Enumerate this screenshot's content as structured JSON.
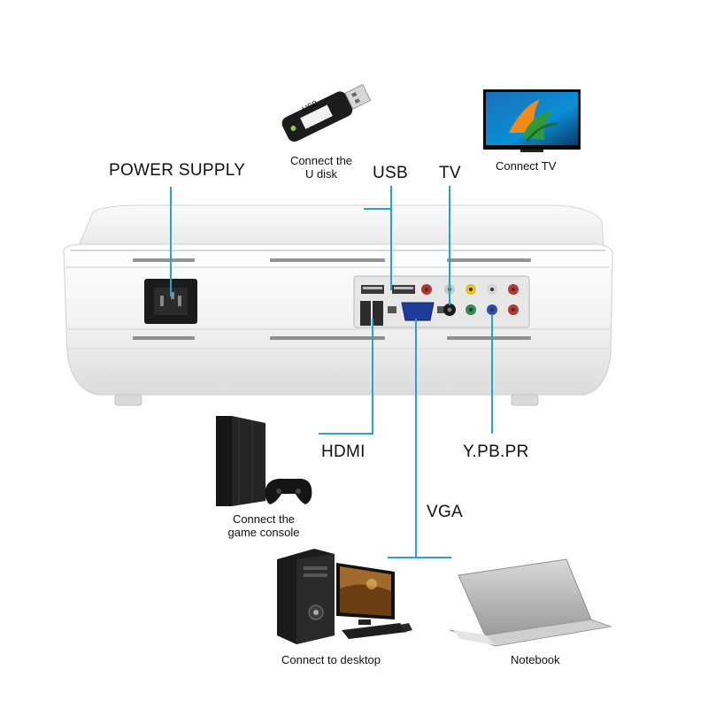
{
  "labels": {
    "power_supply": "POWER SUPPLY",
    "usb": "USB",
    "tv": "TV",
    "hdmi": "HDMI",
    "vga": "VGA",
    "ypbpr": "Y.PB.PR",
    "connect_u_disk_line1": "Connect the",
    "connect_u_disk_line2": "U disk",
    "connect_tv": "Connect TV",
    "connect_game_console_line1": "Connect the",
    "connect_game_console_line2": "game console",
    "connect_desktop": "Connect to desktop",
    "notebook": "Notebook"
  },
  "usb_stick_text": "USB",
  "colors": {
    "callout_line": "#2aa3c9",
    "projector_body": "#f4f4f4",
    "port_red": "#c0392b",
    "port_yellow": "#e6c229",
    "port_green": "#2e8b57",
    "port_blue": "#2b4fa8",
    "port_white": "#e8e8e8"
  }
}
